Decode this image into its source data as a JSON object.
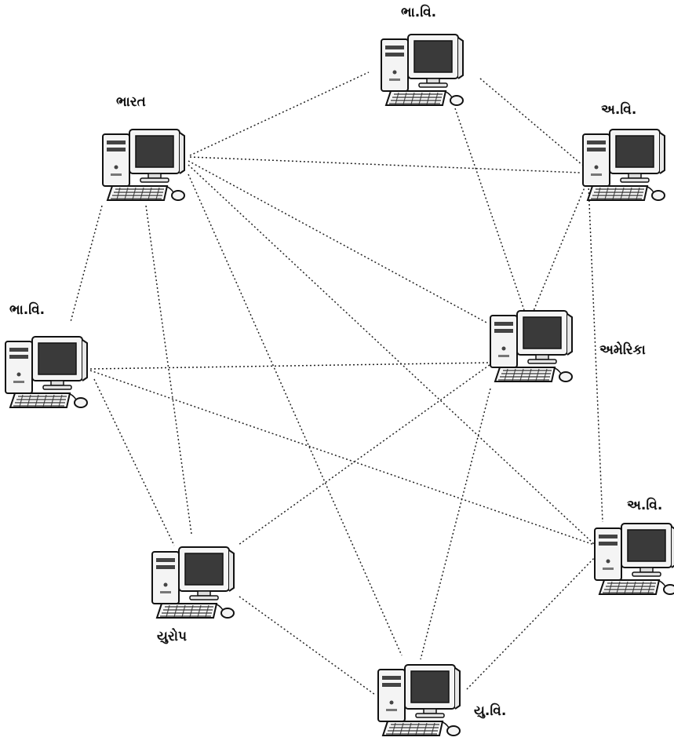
{
  "diagram": {
    "nodes": [
      {
        "id": "bharat",
        "label": "ભારત",
        "icon": "computer-icon"
      },
      {
        "id": "bhavi_top",
        "label": "ભા.વિ.",
        "icon": "computer-icon"
      },
      {
        "id": "avi_top",
        "label": "અ.વિ.",
        "icon": "computer-icon"
      },
      {
        "id": "bhavi_left",
        "label": "ભા.વિ.",
        "icon": "computer-icon"
      },
      {
        "id": "america",
        "label": "અમેરિકા",
        "icon": "computer-icon"
      },
      {
        "id": "avi_right",
        "label": "અ.વિ.",
        "icon": "computer-icon"
      },
      {
        "id": "europe",
        "label": "યુરોપ",
        "icon": "computer-icon"
      },
      {
        "id": "yuvi",
        "label": "યુ.વિ.",
        "icon": "computer-icon"
      }
    ],
    "edge_style": "dotted",
    "colors": {
      "line": "#222222",
      "monitor": "#333333",
      "case": "#f2f2f2",
      "outline": "#111111"
    }
  }
}
